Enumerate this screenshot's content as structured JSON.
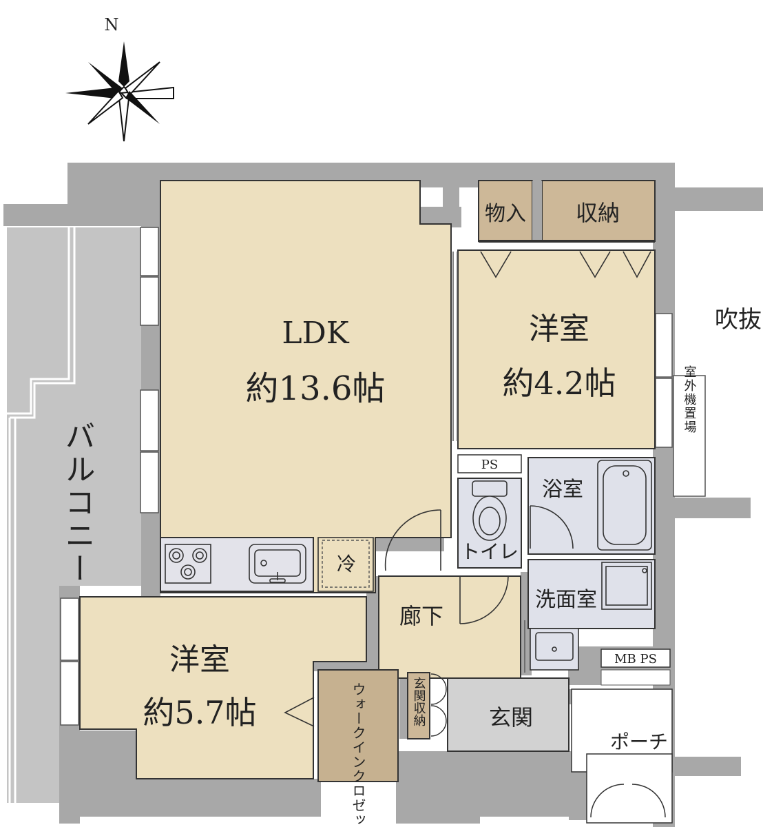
{
  "compass": {
    "north_label": "N"
  },
  "rooms": {
    "ldk": {
      "name": "LDK",
      "size": "約13.6帖"
    },
    "western_north": {
      "name": "洋室",
      "size": "約4.2帖"
    },
    "western_south": {
      "name": "洋室",
      "size": "約5.7帖"
    }
  },
  "labels": {
    "storage_small": "物入",
    "storage": "収納",
    "atrium": "吹抜",
    "outdoor_unit": "室外機置場",
    "balcony": "バルコニー",
    "ps": "PS",
    "bath": "浴室",
    "toilet": "トイレ",
    "washroom": "洗面室",
    "fridge": "冷",
    "hallway": "廊下",
    "mb_ps": "MB PS",
    "walk_in_closet": "ウォークインクロゼット",
    "entrance_storage": "玄関収納",
    "entrance": "玄関",
    "porch": "ポーチ"
  },
  "colors": {
    "wall": "#a8a8a8",
    "balcony": "#c4c4c4",
    "room_floor": "#ede0bf",
    "storage": "#cdb898",
    "walk_in_closet": "#c6b190",
    "wet_area": "#dfe1ea",
    "counter": "#e3e3ea",
    "outline": "#333333"
  }
}
